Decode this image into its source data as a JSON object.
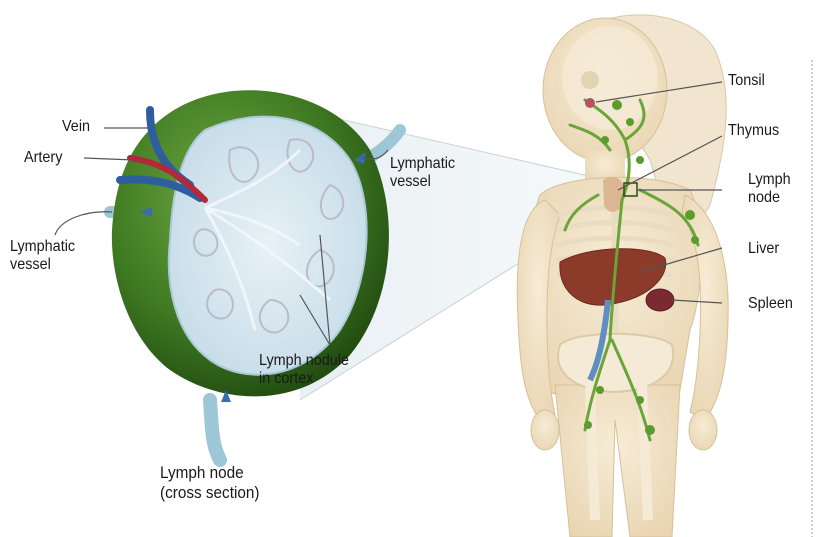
{
  "labels": {
    "vein": "Vein",
    "artery": "Artery",
    "lymphatic_vessel_left": "Lymphatic\nvessel",
    "lymphatic_vessel_top": "Lymphatic\nvessel",
    "lymph_nodule": "Lymph nodule\nin cortex",
    "lymph_node_cross_section": "Lymph node\n(cross section)",
    "tonsil": "Tonsil",
    "thymus": "Thymus",
    "lymph_node": "Lymph\nnode",
    "liver": "Liver",
    "spleen": "Spleen"
  },
  "colors": {
    "node_capsule": "#3f7a22",
    "node_interior": "#cfe3ee",
    "lymph_vessel": "#9dc6d6",
    "vein": "#2f5e9e",
    "artery": "#b3283a",
    "lymph_system": "#6aa53a",
    "skin": "#efe0c4",
    "bone": "#f6efe1",
    "liver": "#8c3a2a",
    "spleen": "#7a2a30",
    "label_line": "#555555"
  }
}
